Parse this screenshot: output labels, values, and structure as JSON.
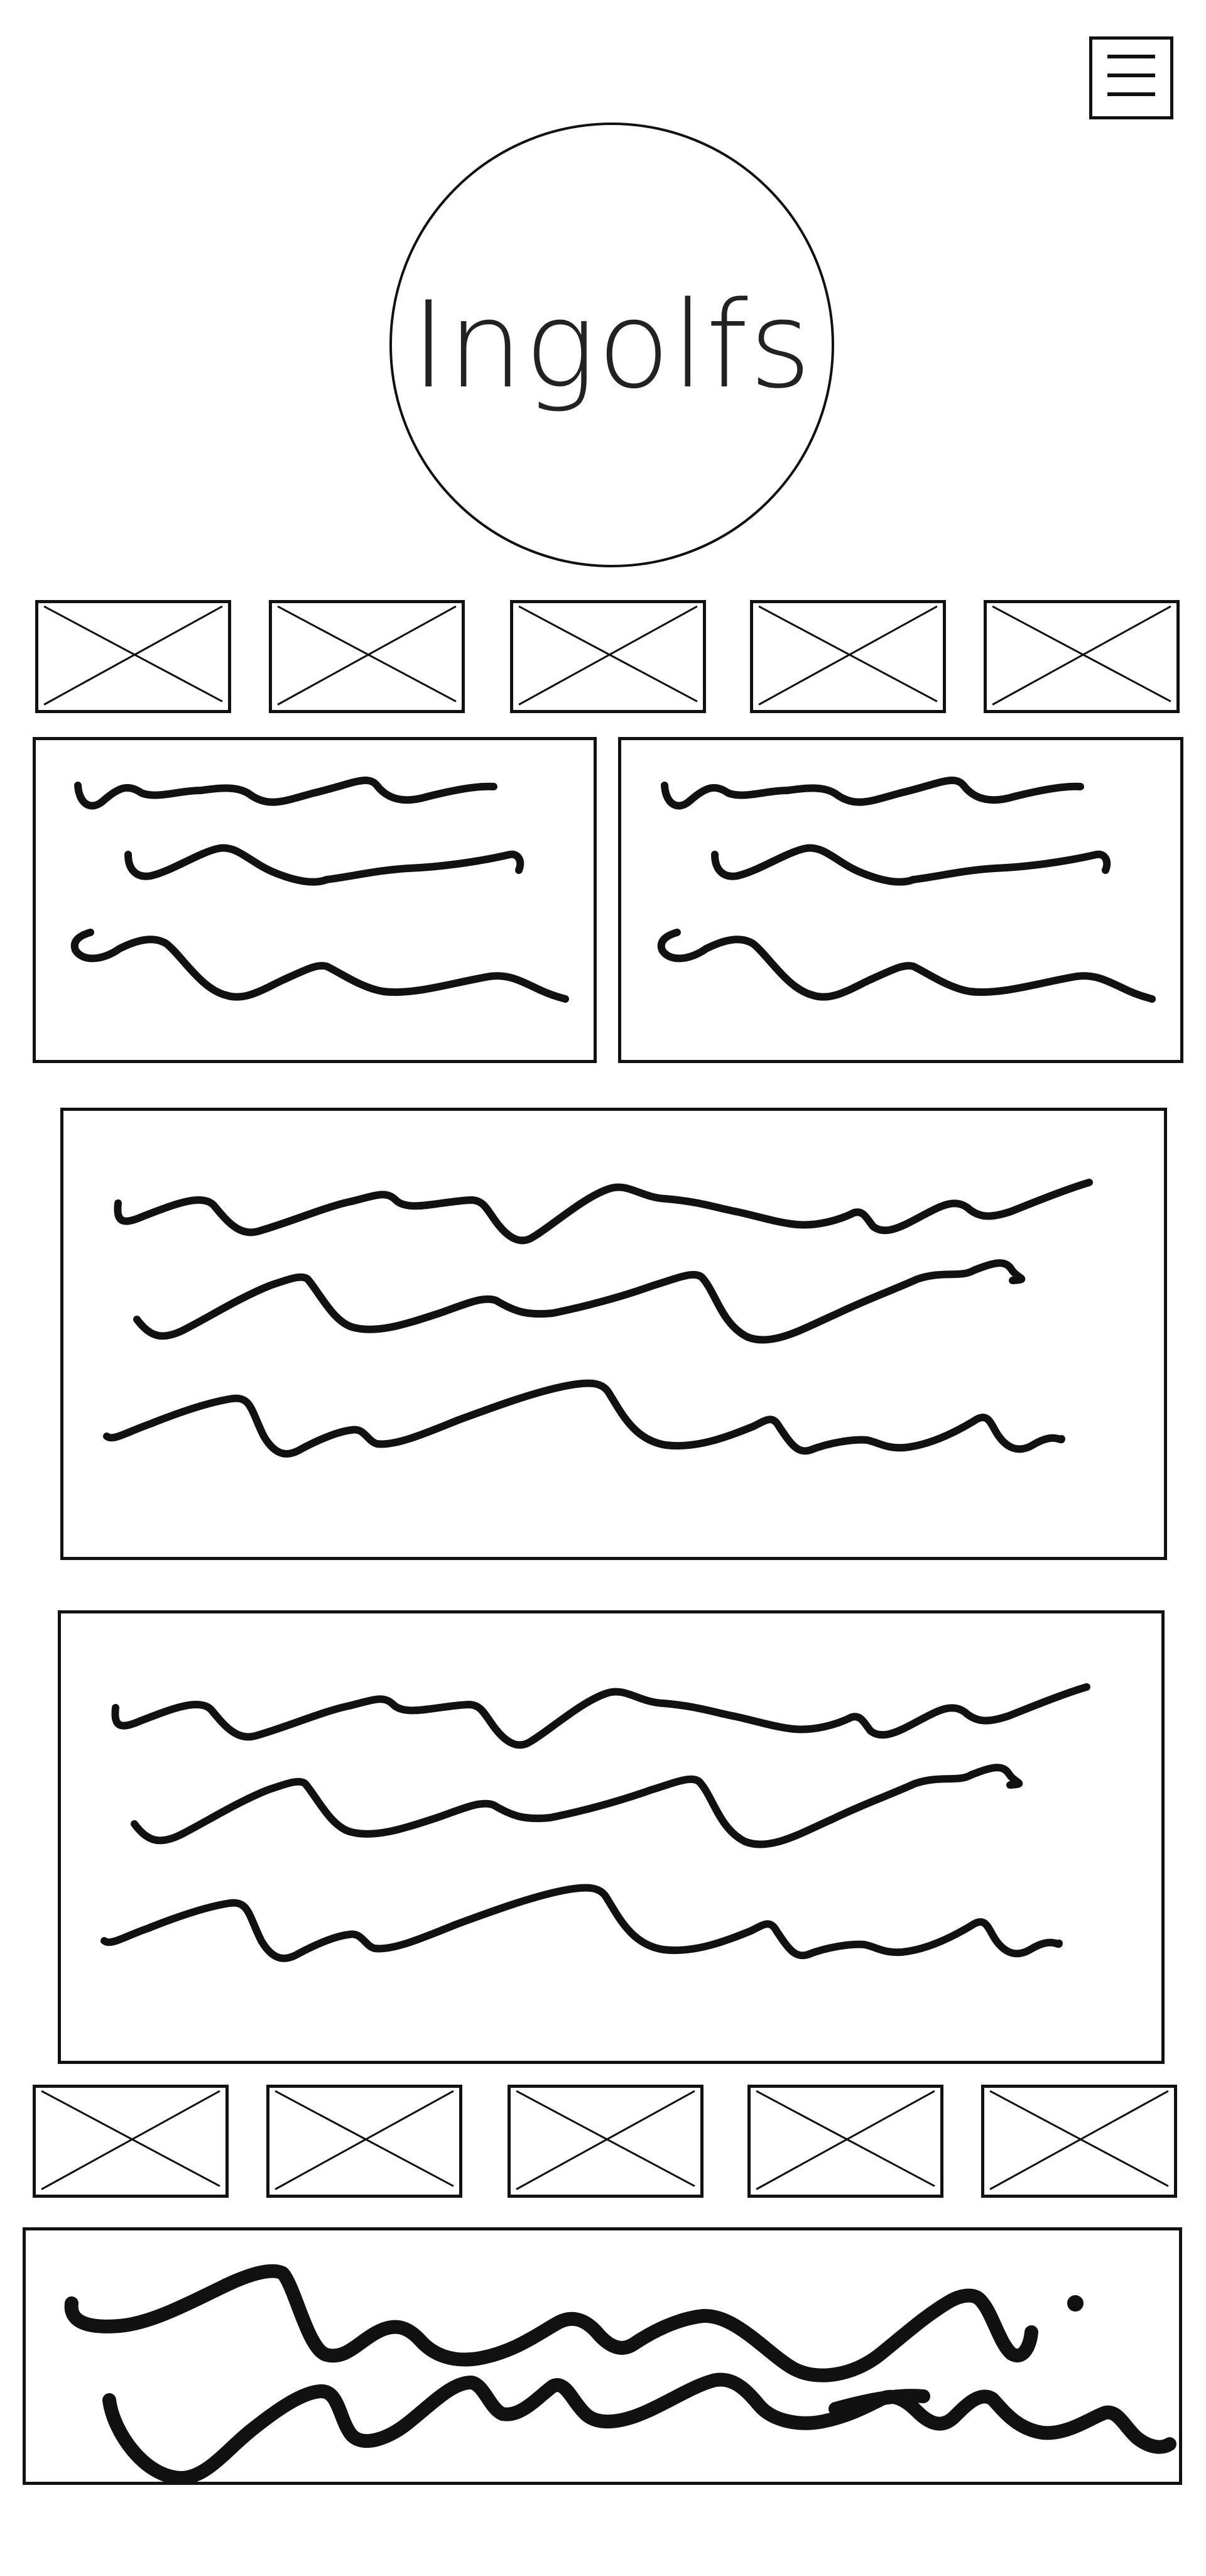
{
  "header": {
    "logo": {
      "text": "Ingolfs"
    },
    "menu": {
      "icon": "hamburger-menu-icon"
    }
  },
  "top_image_row": {
    "count": 5,
    "icon": "image-placeholder-icon"
  },
  "bottom_image_row": {
    "count": 5,
    "icon": "image-placeholder-icon"
  },
  "text_cards": {
    "count": 2,
    "content": "scribbled-placeholder-text"
  },
  "content_blocks": {
    "count": 2,
    "content": "scribbled-placeholder-text"
  },
  "footer": {
    "content": "scribbled-placeholder-text"
  },
  "colors": {
    "stroke": "#111111",
    "background": "#ffffff"
  }
}
